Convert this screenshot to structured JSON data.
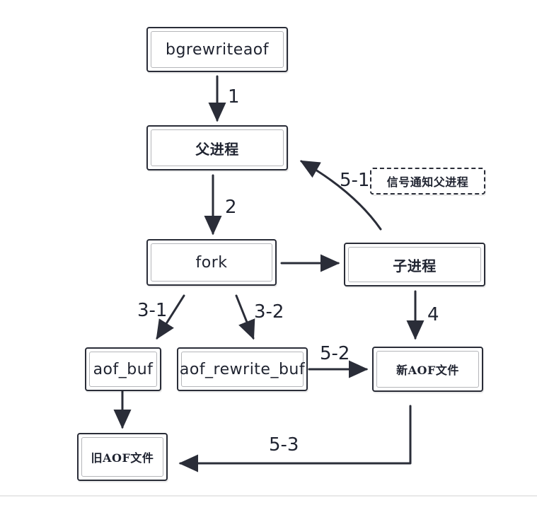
{
  "nodes": {
    "bgrewriteaof": "bgrewriteaof",
    "parent": "父进程",
    "fork": "fork",
    "child": "子进程",
    "signal": "信号通知父进程",
    "aof_buf": "aof_buf",
    "aof_rewrite_buf": "aof_rewrite_buf",
    "new_aof": "新AOF文件",
    "old_aof": "旧AOF文件"
  },
  "edges": {
    "e1": "1",
    "e2": "2",
    "e3_1": "3-1",
    "e3_2": "3-2",
    "e4": "4",
    "e5_1": "5-1",
    "e5_2": "5-2",
    "e5_3": "5-3"
  }
}
